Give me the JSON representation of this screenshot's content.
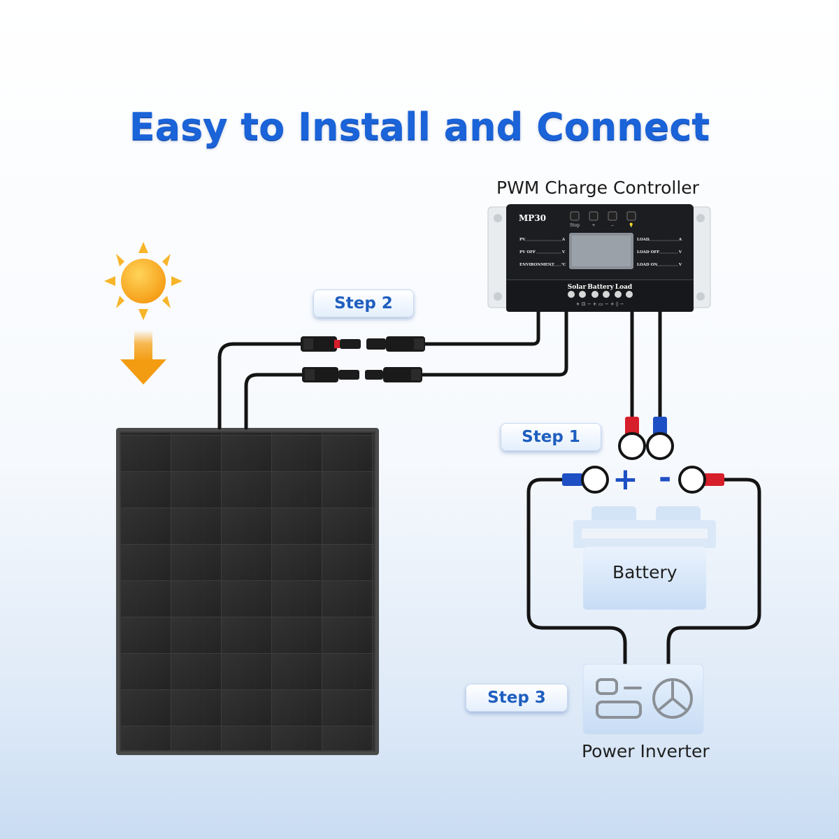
{
  "title": "Easy to Install and Connect",
  "controller": {
    "caption": "PWM Charge Controller",
    "model": "MP30",
    "buttons": [
      "Stop",
      "+",
      "−",
      "💡"
    ],
    "left_labels": [
      "PV",
      "PV OFF",
      "ENVIRONMENT"
    ],
    "left_units": [
      "A",
      "V",
      "℃"
    ],
    "right_labels": [
      "LOAD",
      "LOAD OFF",
      "LOAD ON"
    ],
    "right_units": [
      "A",
      "V",
      "V"
    ],
    "terminals": [
      "Solar",
      "Battery",
      "Load"
    ]
  },
  "steps": [
    {
      "label": "Step 2"
    },
    {
      "label": "Step 1"
    },
    {
      "label": "Step 3"
    }
  ],
  "battery": {
    "label": "Battery",
    "plus": "+",
    "minus": "-"
  },
  "inverter": {
    "label": "Power Inverter"
  },
  "colors": {
    "title": "#1a63d8",
    "sun": "#f7a51c",
    "arrow": "#f39c12",
    "wire": "#141414",
    "positive": "#d61f2a",
    "negative": "#1f4fc4",
    "panel": "#2b2b2b",
    "controller": "#1c1d21"
  },
  "icons": {
    "sun": "sun-icon",
    "arrow": "arrow-down-icon",
    "battery": "battery-icon",
    "inverter": "inverter-icon"
  }
}
